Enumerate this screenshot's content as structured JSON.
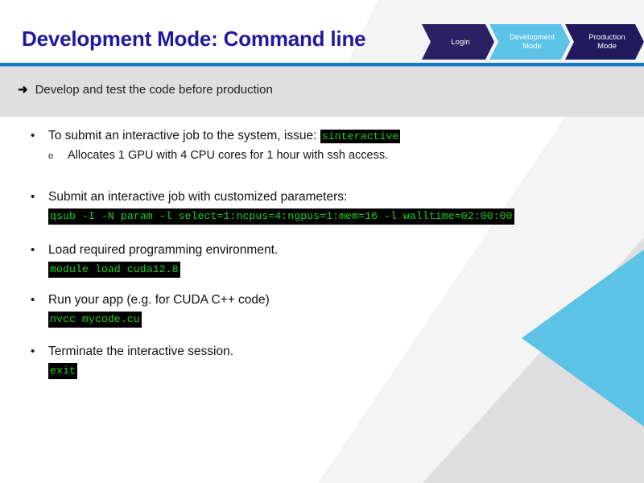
{
  "slide": {
    "title": "Development Mode: Command line",
    "subheading": {
      "arrow_icon": "right-arrow-icon",
      "text": "Develop and test the code before production"
    }
  },
  "nav": {
    "steps": [
      {
        "label_line1": "Login",
        "label_line2": "",
        "state": "inactive",
        "color": "#2c2064"
      },
      {
        "label_line1": "Development",
        "label_line2": "Mode",
        "state": "active",
        "color": "#5cc3e6"
      },
      {
        "label_line1": "Production",
        "label_line2": "Mode",
        "state": "inactive",
        "color": "#221a5e"
      }
    ]
  },
  "colors": {
    "title": "#1f18a0",
    "rule": "#1779c0",
    "band": "#dfdfdf",
    "code_bg": "#000000",
    "code_fg": "#1fd31f",
    "accent_cyan": "#5cc3e6"
  },
  "body": {
    "blocks": [
      {
        "bullet": "•",
        "text_before_code": "To submit an interactive job to the system, issue:",
        "inline_code": "sinteractive",
        "sub_bullet": "o",
        "sub_text": "Allocates 1 GPU with 4 CPU cores for 1 hour with ssh access."
      },
      {
        "bullet": "•",
        "text_before_code": "Submit an interactive job with customized parameters:",
        "code_line": "qsub -I -N param -l select=1:ncpus=4:ngpus=1:mem=16 -l walltime=02:00:00"
      },
      {
        "bullet": "•",
        "text_before_code": "Load required programming environment.",
        "code_line": "module load cuda12.8"
      },
      {
        "bullet": "•",
        "text_before_code": "Run your app (e.g. for CUDA C++ code)",
        "code_line": "nvcc mycode.cu"
      },
      {
        "bullet": "•",
        "text_before_code": "Terminate the interactive session.",
        "code_line": "exit"
      }
    ]
  }
}
